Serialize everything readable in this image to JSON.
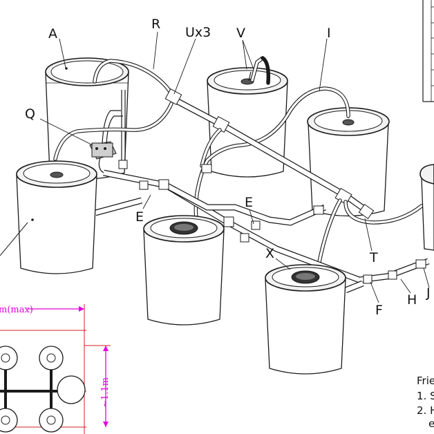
{
  "labels": {
    "A": "A",
    "R": "R",
    "U": "Ux3",
    "V": "V",
    "I": "I",
    "Q": "Q",
    "E1": "E",
    "E2": "E",
    "X": "X",
    "T": "T",
    "F": "F",
    "H": "H",
    "J": "J"
  },
  "dimensions": {
    "width_label": "m(max)",
    "height_label": "~1.1m"
  },
  "notes": {
    "line1": "Frie",
    "line2": "1. S",
    "line3": "2. H",
    "line4": "e"
  },
  "colors": {
    "dimension": "#e000e0",
    "guide": "#d61f1f",
    "ink": "#1a1a1a"
  }
}
